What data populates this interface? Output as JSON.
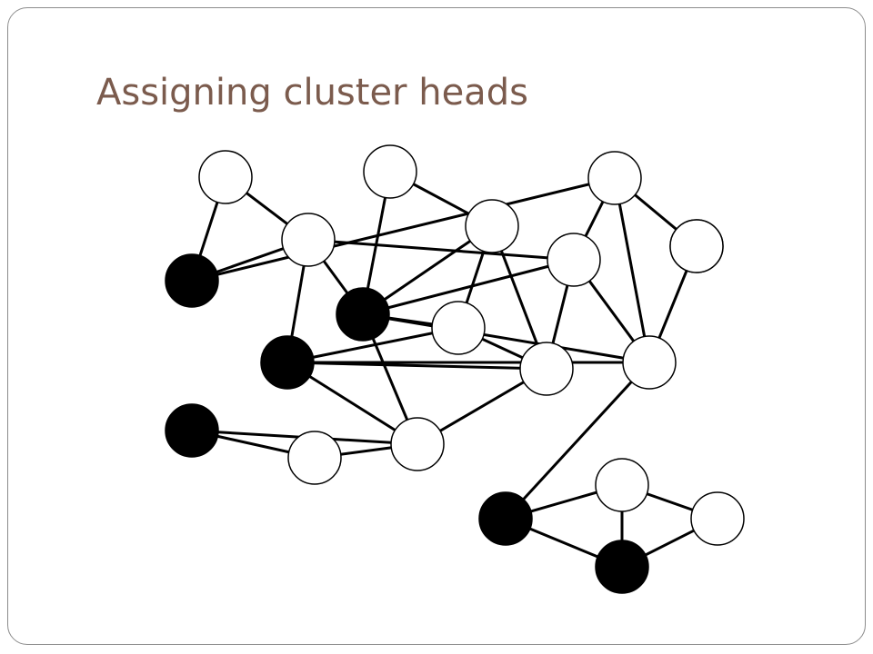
{
  "slide": {
    "title": "Assigning cluster heads"
  },
  "graph": {
    "colors": {
      "cluster_head": "#000000",
      "member": "#ffffff",
      "edge": "#000000",
      "title": "#7b5b4d"
    },
    "nodes": [
      {
        "id": "n1",
        "head": false
      },
      {
        "id": "n2",
        "head": false
      },
      {
        "id": "n3",
        "head": true
      },
      {
        "id": "n4",
        "head": false
      },
      {
        "id": "n5",
        "head": false
      },
      {
        "id": "n6",
        "head": true
      },
      {
        "id": "n7",
        "head": false
      },
      {
        "id": "n8",
        "head": false
      },
      {
        "id": "n9",
        "head": false
      },
      {
        "id": "n10",
        "head": true
      },
      {
        "id": "n11",
        "head": false
      },
      {
        "id": "n12",
        "head": false
      },
      {
        "id": "n13",
        "head": true
      },
      {
        "id": "n14",
        "head": false
      },
      {
        "id": "n15",
        "head": false
      },
      {
        "id": "n16",
        "head": false
      },
      {
        "id": "n17",
        "head": true
      },
      {
        "id": "n18",
        "head": false
      },
      {
        "id": "n19",
        "head": false
      },
      {
        "id": "n20",
        "head": true
      }
    ],
    "edges": [
      [
        "n1",
        "n6"
      ],
      [
        "n1",
        "n4"
      ],
      [
        "n6",
        "n4"
      ],
      [
        "n6",
        "n15"
      ],
      [
        "n4",
        "n3"
      ],
      [
        "n4",
        "n10"
      ],
      [
        "n4",
        "n11"
      ],
      [
        "n2",
        "n3"
      ],
      [
        "n2",
        "n5"
      ],
      [
        "n5",
        "n3"
      ],
      [
        "n5",
        "n9"
      ],
      [
        "n5",
        "n12"
      ],
      [
        "n3",
        "n9"
      ],
      [
        "n3",
        "n7"
      ],
      [
        "n3",
        "n11"
      ],
      [
        "n3",
        "n16"
      ],
      [
        "n9",
        "n10"
      ],
      [
        "n9",
        "n12"
      ],
      [
        "n7",
        "n10"
      ],
      [
        "n7",
        "n12"
      ],
      [
        "n7",
        "n13"
      ],
      [
        "n8",
        "n7"
      ],
      [
        "n8",
        "n13"
      ],
      [
        "n10",
        "n12"
      ],
      [
        "n10",
        "n16"
      ],
      [
        "n11",
        "n15"
      ],
      [
        "n11",
        "n16"
      ],
      [
        "n11",
        "n12"
      ],
      [
        "n15",
        "n16"
      ],
      [
        "n16",
        "n17"
      ],
      [
        "n17",
        "n18"
      ],
      [
        "n17",
        "n20"
      ],
      [
        "n18",
        "n20"
      ],
      [
        "n18",
        "n19"
      ],
      [
        "n20",
        "n19"
      ]
    ]
  }
}
